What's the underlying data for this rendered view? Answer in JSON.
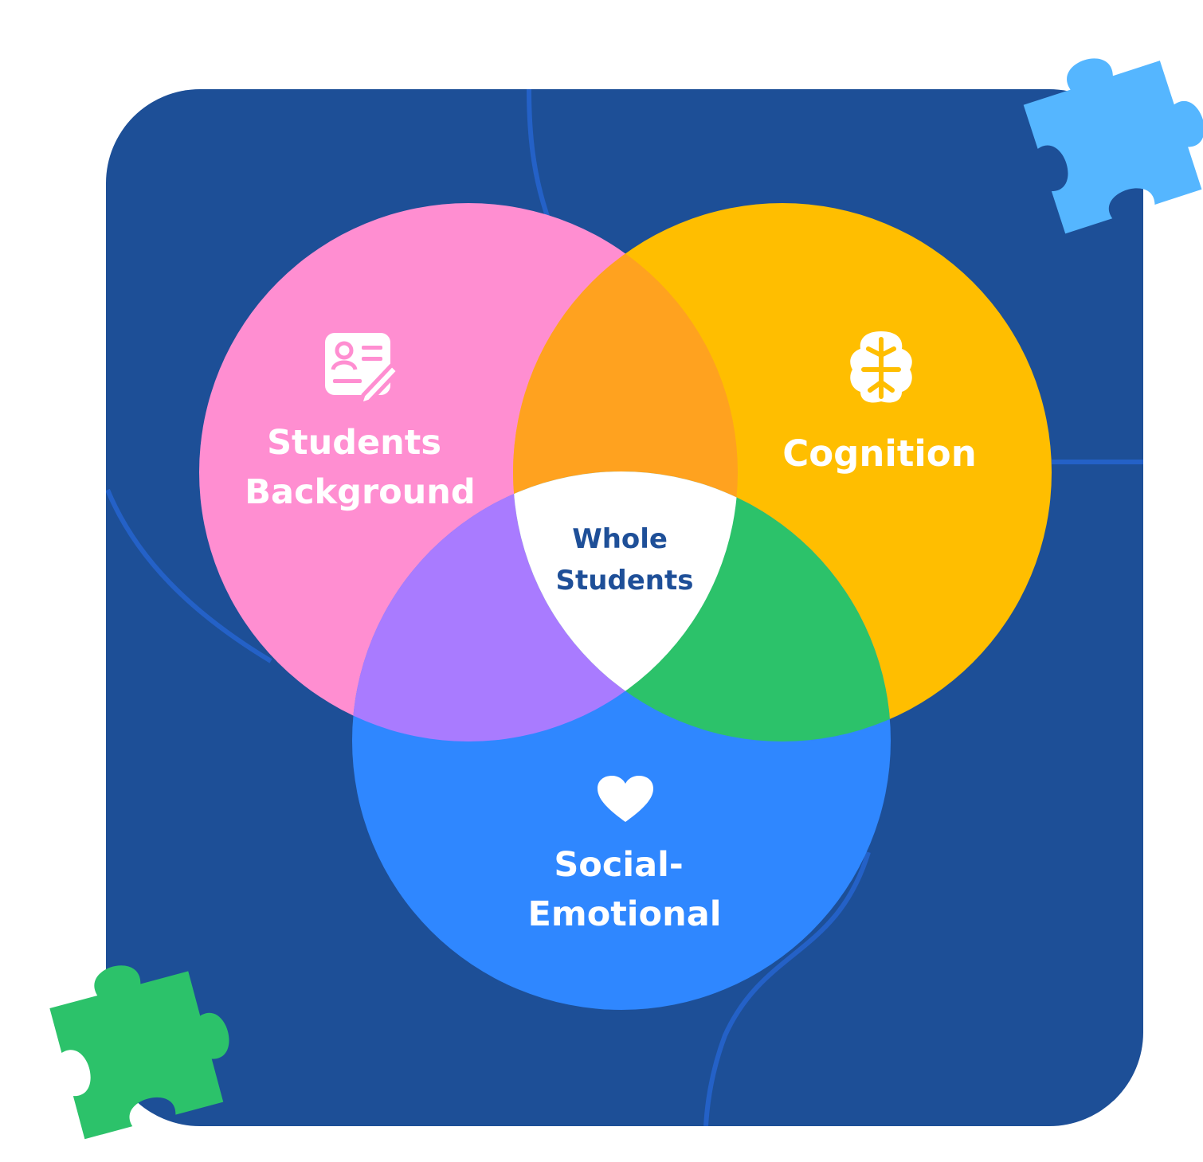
{
  "diagram": {
    "sets": [
      {
        "id": "background",
        "label_lines": [
          "Students",
          "Background"
        ],
        "icon": "profile-card-pencil-icon",
        "color": "#FF8ED1"
      },
      {
        "id": "cognition",
        "label_lines": [
          "Cognition"
        ],
        "icon": "brain-icon",
        "color": "#FFBE00"
      },
      {
        "id": "social",
        "label_lines": [
          "Social-",
          "Emotional"
        ],
        "icon": "heart-icon",
        "color": "#2F87FF"
      }
    ],
    "overlaps": {
      "background_cognition": "#FFA21F",
      "background_social": "#A97BFF",
      "cognition_social": "#2CC26A"
    },
    "center": {
      "label_lines": [
        "Whole",
        "Students"
      ],
      "color": "#FFFFFF",
      "text_color": "#1E4F98"
    },
    "panel_color": "#1D4F97",
    "accent_line_color": "#2461C7",
    "decorations": [
      {
        "icon": "puzzle-piece-icon",
        "color": "#55B6FF"
      },
      {
        "icon": "puzzle-piece-icon",
        "color": "#2CC26A"
      }
    ]
  }
}
